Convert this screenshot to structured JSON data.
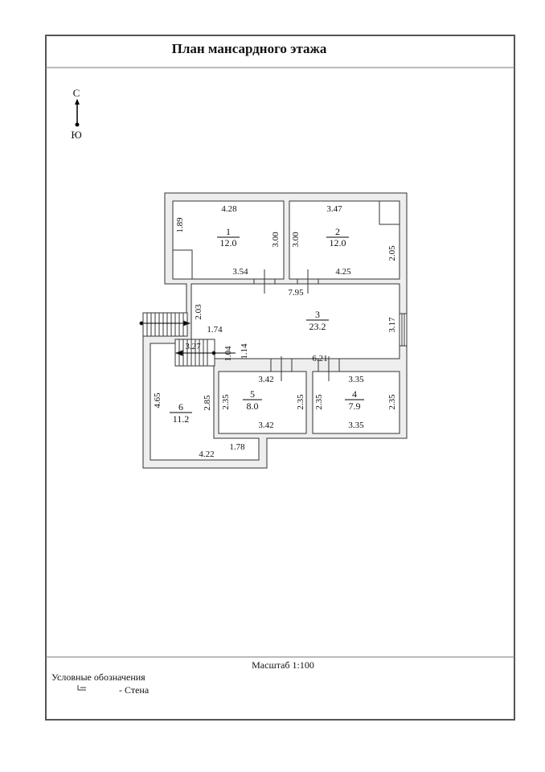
{
  "title": "План мансардного этажа",
  "compass": {
    "north": "С",
    "south": "Ю"
  },
  "rooms": [
    {
      "number": "1",
      "area": "12.0"
    },
    {
      "number": "2",
      "area": "12.0"
    },
    {
      "number": "3",
      "area": "23.2"
    },
    {
      "number": "4",
      "area": "7.9"
    },
    {
      "number": "5",
      "area": "8.0"
    },
    {
      "number": "6",
      "area": "11.2"
    }
  ],
  "dimensions": {
    "r1_top": "4.28",
    "r1_left": "1.89",
    "r1_right": "3.00",
    "r1_bottom": "3.54",
    "r2_top": "3.47",
    "r2_left": "3.00",
    "r2_right": "2.05",
    "r2_bottom": "4.25",
    "r3_top": "7.95",
    "r3_left": "2.03",
    "r3_right": "3.17",
    "r3_bottom": "6.21",
    "r3_step": "1.74",
    "stair_len": "3.27",
    "stair_w": "1.04",
    "stair_h": "1.14",
    "r5_top": "3.42",
    "r5_left": "2.35",
    "r5_right": "2.35",
    "r5_bottom": "3.42",
    "r4_top": "3.35",
    "r4_left": "2.35",
    "r4_right": "2.35",
    "r4_bottom": "3.35",
    "r6_left": "4.65",
    "r6_right": "2.85",
    "r6_bottom": "4.22",
    "r6_notch": "1.78"
  },
  "footer": {
    "scale": "Масштаб 1:100",
    "legend_title": "Условные обозначения",
    "legend_wall": "- Стена"
  }
}
